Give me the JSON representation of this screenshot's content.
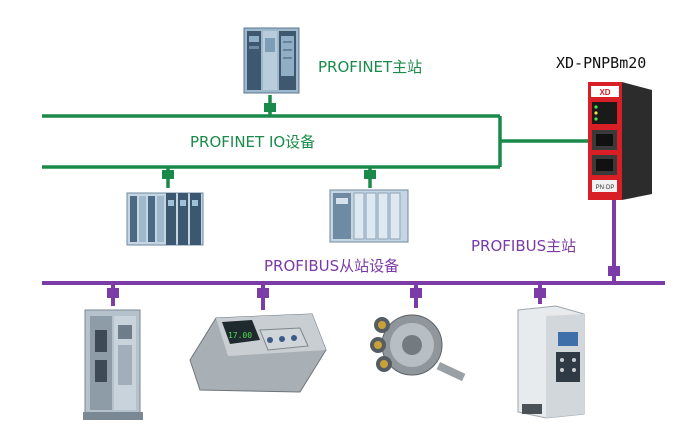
{
  "labels": {
    "profinet_master": "PROFINET主站",
    "profinet_io": "PROFINET  IO设备",
    "gateway_model": "XD-PNPBm20",
    "profibus_master": "PROFIBUS主站",
    "profibus_slaves": "PROFIBUS从站设备"
  },
  "gateway": {
    "brand": "XD",
    "tag": "PN·DP"
  },
  "indicator": {
    "display": "17.00"
  },
  "colors": {
    "profinet": "#1a8a4a",
    "profibus": "#7b3ca8",
    "gateway_red": "#d81f26"
  },
  "devices": [
    {
      "id": "plc-master",
      "network": "profinet"
    },
    {
      "id": "io-module-rack",
      "network": "profinet"
    },
    {
      "id": "io-module-panel",
      "network": "profinet"
    },
    {
      "id": "gateway",
      "network": "both"
    },
    {
      "id": "io-station",
      "network": "profibus"
    },
    {
      "id": "weighing-indicator",
      "network": "profibus"
    },
    {
      "id": "rotary-encoder",
      "network": "profibus"
    },
    {
      "id": "frequency-inverter",
      "network": "profibus"
    }
  ]
}
